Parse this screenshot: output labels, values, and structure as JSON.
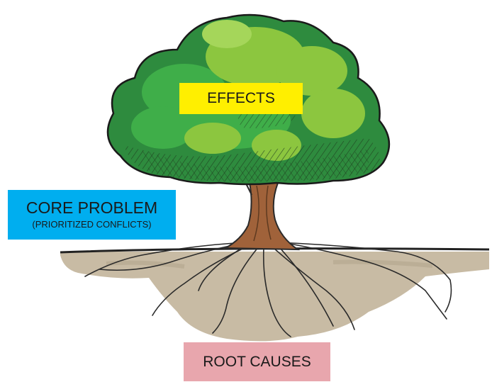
{
  "labels": {
    "effects": "EFFECTS",
    "core_problem": "CORE PROBLEM",
    "core_problem_sub": "(PRIORITIZED CONFLICTS)",
    "root_causes": "ROOT CAUSES"
  },
  "colors": {
    "effects_box": "#ffef00",
    "core_problem_box": "#00aeef",
    "root_causes_box": "#e8a6ad",
    "foliage_dark": "#2e8b3e",
    "foliage_mid": "#3fae49",
    "foliage_light": "#8cc63f",
    "trunk": "#a0623a",
    "soil": "#c8bba4",
    "outline": "#222222"
  },
  "icons": [
    "tree-illustration",
    "roots-illustration",
    "soil-mound"
  ]
}
